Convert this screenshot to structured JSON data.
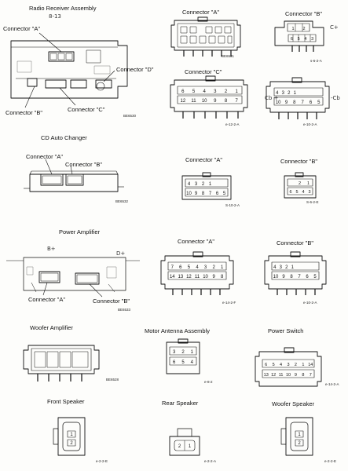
{
  "sections": {
    "radio": {
      "title": "Radio Receiver Assembly",
      "connectors": {
        "a": "Connector \"A\"",
        "b": "Connector \"B\"",
        "c": "Connector \"C\"",
        "d": "Connector \"D\""
      },
      "photo_code": "BE6530",
      "top_a": {
        "label": "Connector \"A\"",
        "code": "BE6531"
      },
      "top_b": {
        "label": "Connector \"B\"",
        "code": "s-6-2-A",
        "pins": [
          "1",
          "2",
          "6",
          "5",
          "4",
          "3"
        ]
      },
      "c": {
        "label": "Connector \"C\"",
        "code": "e-12-2-A",
        "pins": [
          "6",
          "5",
          "4",
          "3",
          "2",
          "1",
          "12",
          "11",
          "10",
          "9",
          "8",
          "7"
        ]
      },
      "d": {
        "code": "e-10-2-A",
        "pins": [
          "4",
          "3",
          "2",
          "1",
          "10",
          "9",
          "8",
          "7",
          "6",
          "5"
        ]
      }
    },
    "cd": {
      "title": "CD Auto Changer",
      "connectors": {
        "a": "Connector \"A\"",
        "b": "Connector \"B\""
      },
      "photo_code": "BE6532",
      "ca": {
        "label": "Connector \"A\"",
        "code": "S-10-2-A",
        "pins": [
          "4",
          "3",
          "2",
          "1",
          "10",
          "9",
          "8",
          "7",
          "6",
          "5"
        ]
      },
      "cb": {
        "label": "Connector \"B\"",
        "code": "S-6-2-E",
        "pins": [
          "2",
          "1",
          "6",
          "5",
          "4",
          "3"
        ]
      }
    },
    "amp": {
      "title": "Power Amplifier",
      "connectors": {
        "a": "Connector \"A\"",
        "b": "Connector \"B\""
      },
      "photo_code": "BE6533",
      "ca": {
        "label": "Connector \"A\"",
        "code": "e-14-2-F",
        "pins": [
          "7",
          "6",
          "5",
          "4",
          "3",
          "2",
          "1",
          "14",
          "13",
          "12",
          "11",
          "10",
          "9",
          "8"
        ]
      },
      "cb": {
        "label": "Connector \"B\"",
        "code": "e-10-2-A",
        "pins": [
          "4",
          "3",
          "2",
          "1",
          "10",
          "9",
          "8",
          "7",
          "6",
          "5"
        ]
      }
    },
    "woofer_amp": {
      "title": "Woofer Amplifier",
      "code": "BE6528"
    },
    "motor_antenna": {
      "title": "Motor Antenna Assembly",
      "code": "e-8-2",
      "pins": [
        "3",
        "2",
        "1",
        "6",
        "5",
        "4"
      ]
    },
    "power_switch": {
      "title": "Power Switch",
      "code": "e-14-2-A",
      "pins": [
        "6",
        "5",
        "4",
        "3",
        "2",
        "1",
        "14",
        "13",
        "12",
        "11",
        "10",
        "9",
        "8",
        "7"
      ]
    },
    "front_speaker": {
      "title": "Front Speaker",
      "code": "e-2-2-E",
      "pins": [
        "1",
        "2"
      ]
    },
    "rear_speaker": {
      "title": "Rear Speaker",
      "code": "e-2-2-A",
      "pins": [
        "2",
        "1"
      ]
    },
    "woofer_speaker": {
      "title": "Woofer Speaker",
      "code": "e-2-2-E",
      "pins": [
        "1",
        "2"
      ]
    }
  },
  "handwriting": {
    "top_left": "8-13",
    "cb_plus": "Cb +",
    "cb_minus": "-Cb",
    "cb_mark": "C+",
    "amp_b_mark": "B+",
    "amp_d_mark": "D+"
  }
}
